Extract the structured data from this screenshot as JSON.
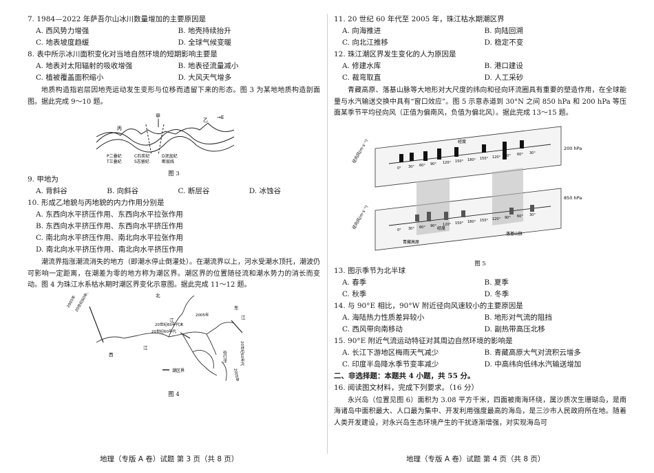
{
  "left": {
    "q7": {
      "text": "7. 1984—2022 年萨吾尔山冰川数量增加的主要原因是",
      "options": [
        "A. 西风势力增强",
        "B. 地壳持续抬升",
        "C. 地表坡度趋缓",
        "D. 全球气候变暖"
      ]
    },
    "q8": {
      "text": "8. 表中所示冰川面积变化对当地自然环境的短期影响主要是",
      "options": [
        "A. 地表对太阳辐射的吸收增强",
        "B. 地表径流量减小",
        "C. 植被覆盖面积缩小",
        "D. 大风天气增多"
      ]
    },
    "intro1": "地质构造指岩层因地壳运动发生变形与位移而遗留下来的形态。图 3 为某地地质构造剖面图。据此完成 9～10 题。",
    "fig3": {
      "label_jia": "甲",
      "label_yi": "乙",
      "label_bing": "丙",
      "label_e": "→E",
      "legend": [
        "P二叠纪",
        "C石炭纪",
        "D泥盆纪",
        "T三叠纪",
        "S志留纪",
        "断层线"
      ],
      "caption": "图 3"
    },
    "q9": {
      "text": "9. 甲地为",
      "options": [
        "A. 背斜谷",
        "B. 向斜谷",
        "C. 断层谷",
        "D. 冰蚀谷"
      ]
    },
    "q10": {
      "text": "10. 形成乙地貌与丙地貌的内力作用分别是",
      "options": [
        "A. 东西向水平挤压作用、东西向水平拉张作用",
        "B. 东西向水平挤压作用、东西向水平挤压作用",
        "C. 南北向水平挤压作用、南北向水平拉张作用",
        "D. 南北向水平挤压作用、南北向水平挤压作用"
      ]
    },
    "intro2": "潮流界指涨潮流消失的地方（即潮水停止倒灌处）。在潮流界以上，河水受潮水顶托，潮波仍可影响一定距离，在潮差为零的地方称为潮区界。潮区界的位置随径流和潮水势力的消长而变动。图 4 为珠江水系枯水期时潮区界变化示意图。据此完成 11～12 题。",
    "fig4": {
      "labels": [
        "2005年",
        "20世纪60年代",
        "20世纪60年代末",
        "20世纪60年代",
        "2005年",
        "20世纪60年代",
        "2005年",
        "北",
        "江",
        "西",
        "江",
        "东",
        "江",
        "伶仃洋"
      ],
      "legend": "潮区界",
      "caption": "图 4"
    }
  },
  "right": {
    "q11": {
      "text": "11. 20 世纪 60 年代至 2005 年，珠江枯水期潮区界",
      "options": [
        "A. 向海推进",
        "B. 向陆回溯",
        "C. 向北江推移",
        "D. 稳定不变"
      ]
    },
    "q12": {
      "text": "12. 珠江潮区界发生变化的人为原因是",
      "options": [
        "A. 修建水库",
        "B. 港口建设",
        "C. 裁弯取直",
        "D. 人工采砂"
      ]
    },
    "intro3": "青藏高原、落基山脉等大地形对大尺度的纬向和径向环流圈具有重要的塑造作用，在全球能量与水汽输送交换中具有“窗口效应”。图 5 示意赤道到 30°N 之间 850 hPa 和 200 hPa 等压面某季节平均径向风（正值为偏南风，负值为偏北风）。据此完成 13～15 题。",
    "fig5": {
      "ylabel": "径向风(m·s⁻¹)",
      "lon": [
        "0°",
        "30°",
        "60°",
        "90°",
        "120°",
        "150°",
        "180°",
        "150°",
        "120°",
        "90°",
        "60°",
        "30°"
      ],
      "lon_label": "经度",
      "upper": "200 hPa",
      "lower": "850 hPa",
      "tibet": "青藏高原",
      "rocky": "落基山脉",
      "caption": "图 5"
    },
    "q13": {
      "text": "13. 图示季节为北半球",
      "options": [
        "A. 春季",
        "B. 夏季",
        "C. 秋季",
        "D. 冬季"
      ]
    },
    "q14": {
      "text": "14. 与 90°E 相比，90°W 附近径向风速较小的主要原因是",
      "options": [
        "A. 海陆热力性质差异较小",
        "B. 地形对气流的阻挡",
        "C. 西风带向南移动",
        "D. 副热带高压北移"
      ]
    },
    "q15": {
      "text": "15. 90°E 附近气流运动特征对其周边自然环境的影响是",
      "options": [
        "A. 长江下游地区梅雨天气减少",
        "B. 青藏高原大气对流积云增多",
        "C. 印度半岛降水季节变率减少",
        "D. 中高纬向低纬水汽输送增加"
      ]
    },
    "section2": "二、非选择题：本题共 4 小题，共 55 分。",
    "q16": "16. 阅读图文材料，完成下列要求。（16 分）",
    "para16": "永兴岛（位置见图 6）面积为 3.08 平方千米，四面被南海环绕，属沙质次生珊瑚岛，是南海诸岛中面积最大、人口最为集中、开发利用强度最高的海岛，是三沙市人民政府所在地。随着人类开发建设，对永兴岛生态环境产生的干扰逐渐增强，对实现海岛可"
  },
  "footer": {
    "left": "地理（专版 A 卷）试题   第 3 页（共 8 页）",
    "right": "地理（专版 A 卷）试题   第 4 页（共 8 页）"
  }
}
